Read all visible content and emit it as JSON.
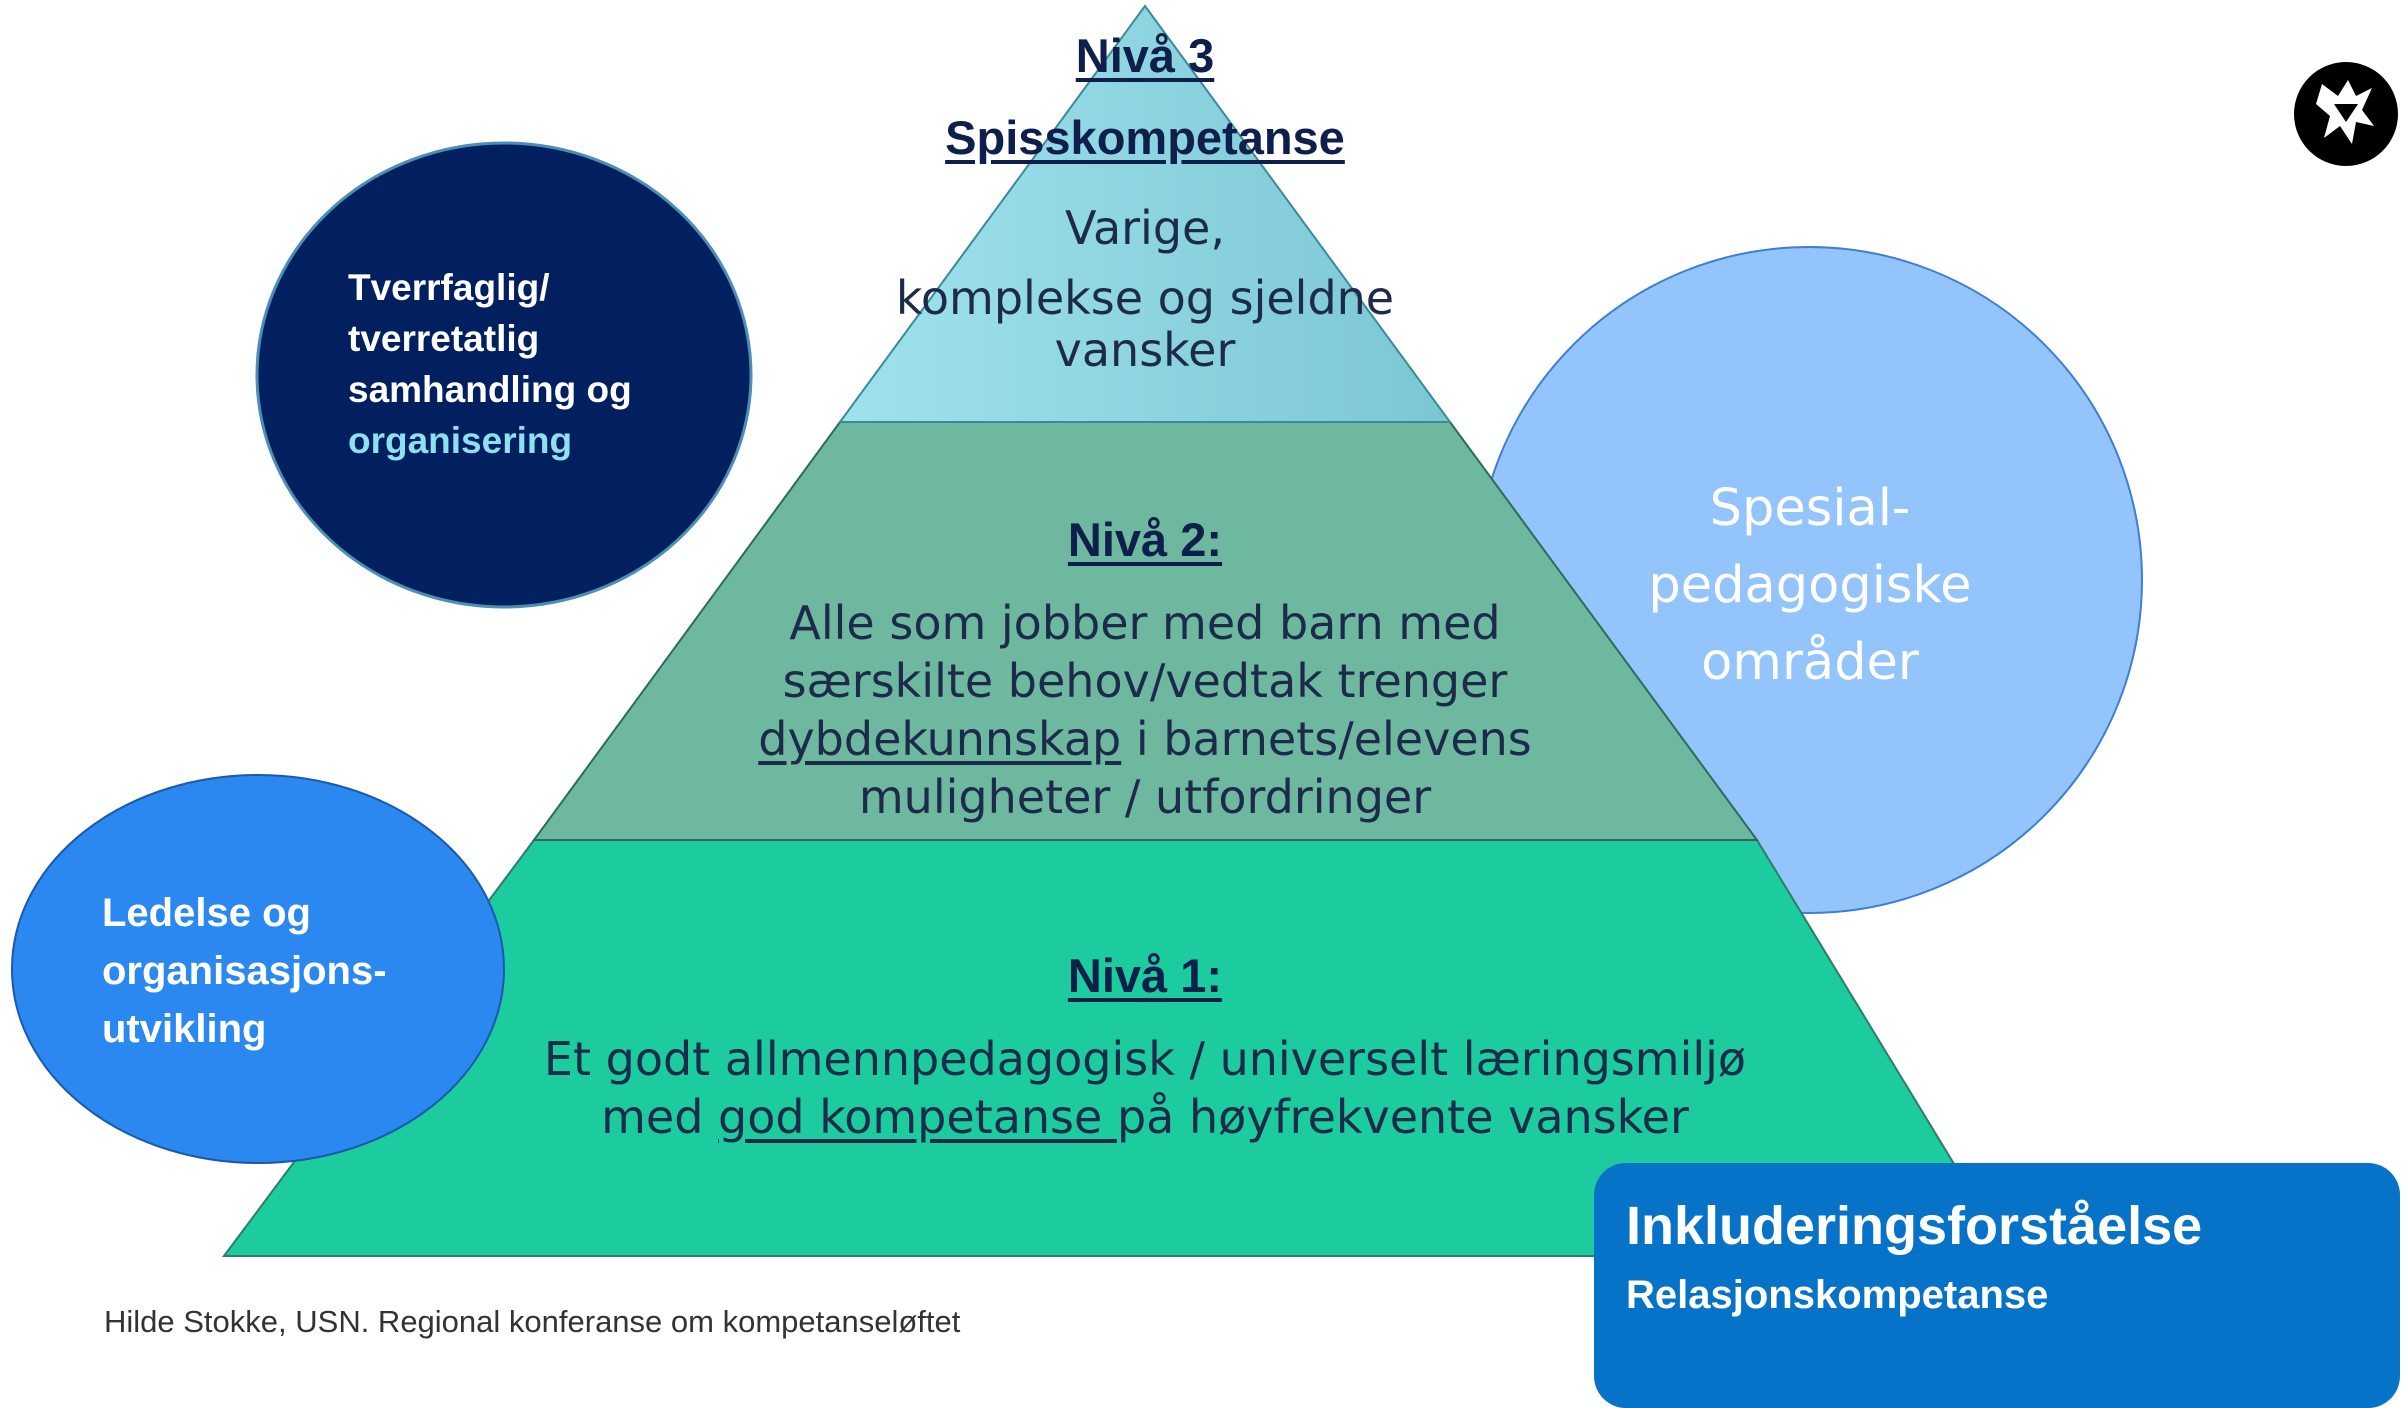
{
  "colors": {
    "level3_fill": "#8fd8e6",
    "level2_fill": "#6fb8a0",
    "level1_fill": "#1ccb9e",
    "circle_cross_sector": "#022060",
    "circle_leadership": "#2a88f0",
    "circle_special_ed": "#93c4fb",
    "inclusion_box": "#0773c8"
  },
  "pyramid": {
    "level3": {
      "heading": "Nivå 3",
      "subheading": "Spisskompetanse",
      "lines": [
        "Varige,",
        "komplekse og sjeldne",
        "vansker"
      ]
    },
    "level2": {
      "heading": "Nivå 2:",
      "line1": "Alle som jobber med barn med",
      "line2": "særskilte behov/vedtak trenger",
      "line3_underlined": "dybdekunnskap",
      "line3_rest": " i barnets/elevens",
      "line4": "muligheter / utfordringer"
    },
    "level1": {
      "heading": "Nivå 1:",
      "line1": "Et godt allmennpedagogisk / universelt læringsmiljø",
      "line2_start": "med ",
      "line2_underlined": "god kompetanse ",
      "line2_end": "på høyfrekvente vansker"
    }
  },
  "circles": {
    "cross_sector": {
      "lines": [
        "Tverrfaglig/",
        "tverretatlig",
        "samhandling og"
      ],
      "last_line": "organisering"
    },
    "leadership": {
      "lines": [
        "Ledelse og",
        "organisasjons-",
        "utvikling"
      ]
    },
    "special_ed": {
      "lines": [
        "Spesial-",
        "pedagogiske",
        "områder"
      ]
    }
  },
  "inclusion": {
    "title": "Inkluderingsforståelse",
    "subtitle": "Relasjonskompetanse"
  },
  "credit": "Hilde Stokke, USN. Regional konferanse om kompetanseløftet",
  "logo": {
    "icon": "lion-emblem-icon"
  }
}
